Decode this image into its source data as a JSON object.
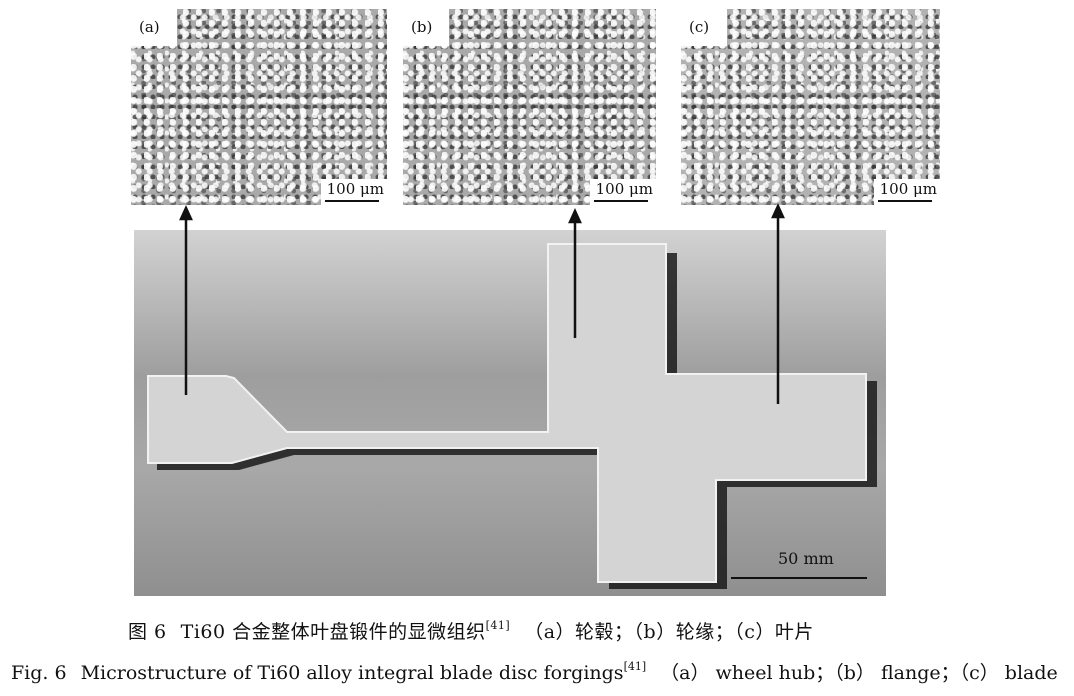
{
  "panels": [
    {
      "label": "(a)",
      "scale": "100 μm"
    },
    {
      "label": "(b)",
      "scale": "100 μm"
    },
    {
      "label": "(c)",
      "scale": "100 μm"
    }
  ],
  "forging": {
    "scale": "50 mm"
  },
  "caption_cn": {
    "figure": "图 6",
    "title": "Ti60 合金整体叶盘锻件的显微组织",
    "ref": "[41]",
    "parts": "（a）轮毂；（b）轮缘；（c）叶片"
  },
  "caption_en": {
    "figure": "Fig. 6",
    "title": "Microstructure of Ti60 alloy integral blade disc forgings",
    "ref": "[41]",
    "parts": "（a） wheel hub；（b） flange；（c） blade"
  }
}
